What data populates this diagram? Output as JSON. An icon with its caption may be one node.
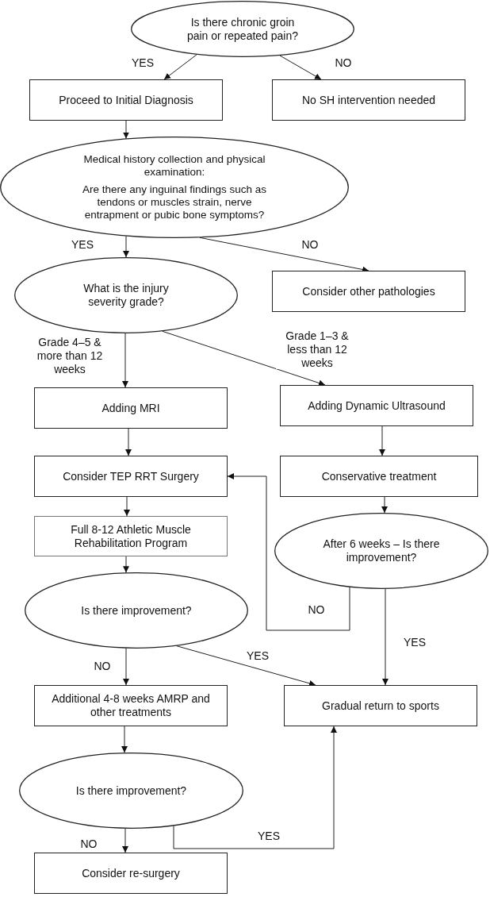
{
  "diagram": {
    "nodes": [
      {
        "text": [
          "Is there chronic groin pain or repeated pain?"
        ]
      },
      {
        "text": [
          "Proceed to Initial Diagnosis"
        ]
      },
      {
        "text": [
          "No SH intervention needed"
        ]
      },
      {
        "text": [
          "Medical history collection and physical examination:",
          "Are there any inguinal findings such as tendons or muscles strain, nerve entrapment or pubic bone symptoms?"
        ]
      },
      {
        "text": [
          "What is the injury severity grade?"
        ]
      },
      {
        "text": [
          "Consider other pathologies"
        ]
      },
      {
        "text": [
          "Adding MRI"
        ]
      },
      {
        "text": [
          "Adding Dynamic Ultrasound"
        ]
      },
      {
        "text": [
          "Consider TEP RRT Surgery"
        ]
      },
      {
        "text": [
          "Conservative treatment"
        ]
      },
      {
        "text": [
          "Full 8-12 Athletic Muscle Rehabilitation Program"
        ]
      },
      {
        "text": [
          "After 6 weeks – Is there improvement?"
        ]
      },
      {
        "text": [
          "Is there improvement?"
        ]
      },
      {
        "text": [
          "Additional 4-8 weeks AMRP and other treatments"
        ]
      },
      {
        "text": [
          "Gradual return to sports"
        ]
      },
      {
        "text": [
          "Is there improvement?"
        ]
      },
      {
        "text": [
          "Consider re-surgery"
        ]
      }
    ],
    "edges": [
      {
        "from": 0,
        "to": 1,
        "arrow": "to",
        "label": "YES"
      },
      {
        "from": 0,
        "to": 2,
        "arrow": "to",
        "label": "NO"
      },
      {
        "from": 1,
        "to": 3,
        "arrow": "to"
      },
      {
        "from": 3,
        "to": 4,
        "arrow": "to",
        "label": "YES"
      },
      {
        "from": 3,
        "to": 5,
        "arrow": "to",
        "label": "NO"
      },
      {
        "from": 4,
        "to": 6,
        "arrow": "to",
        "label": "Grade 4–5 & more than 12 weeks"
      },
      {
        "from": 4,
        "to": 7,
        "arrow": "to",
        "label": "Grade 1–3 & less than 12 weeks"
      },
      {
        "from": 6,
        "to": 8,
        "arrow": "to"
      },
      {
        "from": 7,
        "to": 9,
        "arrow": "to"
      },
      {
        "from": 8,
        "to": 10,
        "arrow": "to"
      },
      {
        "from": 9,
        "to": 11,
        "arrow": "to"
      },
      {
        "from": 10,
        "to": 12,
        "arrow": "to"
      },
      {
        "from": 11,
        "to": 8,
        "arrow": "to",
        "label": "NO"
      },
      {
        "from": 11,
        "to": 14,
        "arrow": "to",
        "label": "YES"
      },
      {
        "from": 12,
        "to": 14,
        "arrow": "to",
        "label": "YES"
      },
      {
        "from": 12,
        "to": 13,
        "arrow": "to",
        "label": "NO"
      },
      {
        "from": 13,
        "to": 15,
        "arrow": "to"
      },
      {
        "from": 15,
        "to": 16,
        "arrow": "to",
        "label": "NO"
      },
      {
        "from": 15,
        "to": 14,
        "arrow": "to",
        "label": "YES"
      }
    ]
  }
}
